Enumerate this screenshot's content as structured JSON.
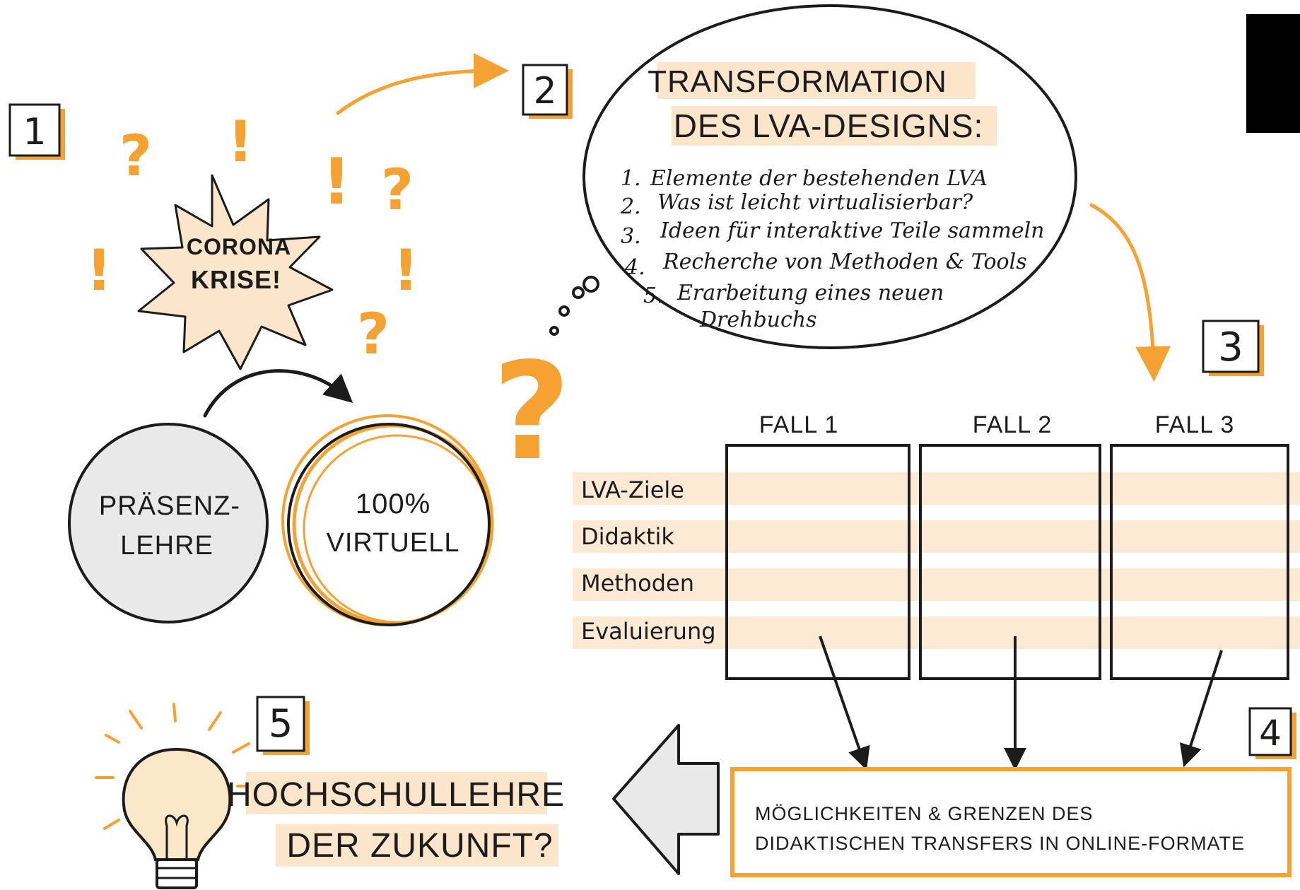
{
  "colors": {
    "accent": "#f5a233",
    "highlight": "#fbe6cc",
    "ink": "#1c1c1c",
    "grey_fill": "#e9e9e9",
    "bulb_fill": "#fbe8c9"
  },
  "steps": [
    {
      "number": "1"
    },
    {
      "number": "2"
    },
    {
      "number": "3"
    },
    {
      "number": "4"
    },
    {
      "number": "5"
    }
  ],
  "crisis": {
    "line1": "CORONA",
    "line2": "KRISE!"
  },
  "marks": {
    "question": "?",
    "exclamation": "!"
  },
  "teaching": {
    "present_line1": "PRÄSENZ-",
    "present_line2": "LEHRE",
    "virtual_line1": "100%",
    "virtual_line2": "VIRTUELL"
  },
  "transformation": {
    "title_line1": "TRANSFORMATION",
    "title_line2": "DES LVA-DESIGNS:",
    "items": [
      {
        "num": "1.",
        "text": "Elemente der bestehenden LVA"
      },
      {
        "num": "2.",
        "text": "Was ist leicht virtualisierbar?"
      },
      {
        "num": "3.",
        "text": "Ideen für interaktive Teile sammeln"
      },
      {
        "num": "4.",
        "text": "Recherche von Methoden & Tools"
      },
      {
        "num": "5.",
        "text": "Erarbeitung eines neuen"
      }
    ],
    "item5_line2": "Drehbuchs"
  },
  "cases": {
    "columns": [
      "FALL 1",
      "FALL 2",
      "FALL 3"
    ],
    "rows": [
      "LVA-Ziele",
      "Didaktik",
      "Methoden",
      "Evaluierung"
    ]
  },
  "result_box": {
    "line1": "MÖGLICHKEITEN & GRENZEN DES",
    "line2": "DIDAKTISCHEN TRANSFERS IN ONLINE-FORMATE"
  },
  "future": {
    "line1": "HOCHSCHULLEHRE",
    "line2": "DER ZUKUNFT?"
  }
}
